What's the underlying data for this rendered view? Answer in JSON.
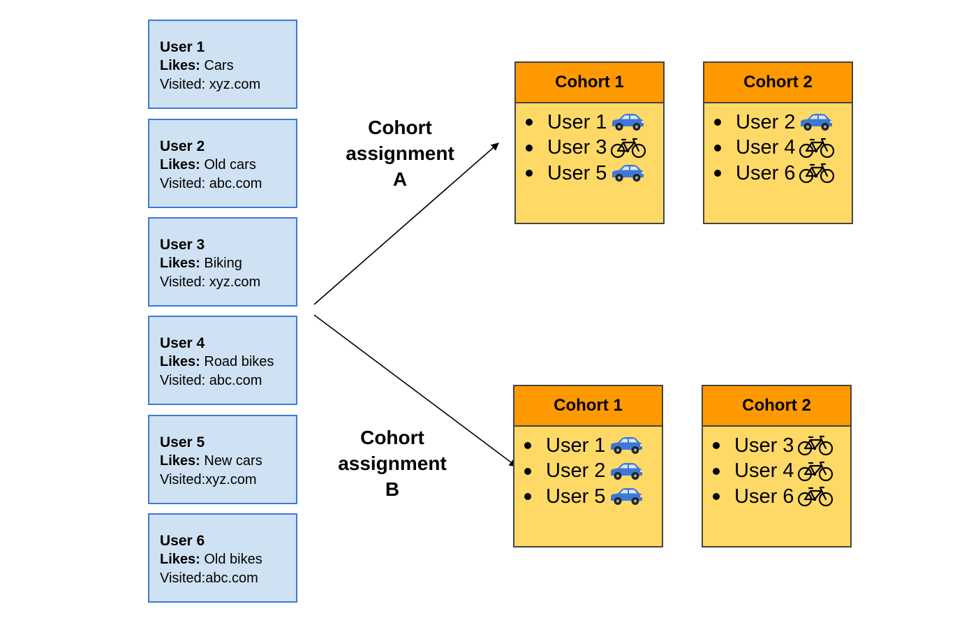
{
  "users": [
    {
      "name": "User 1",
      "likes_label": "Likes:",
      "likes": " Cars",
      "visited": "Visited: xyz.com"
    },
    {
      "name": "User 2",
      "likes_label": "Likes:",
      "likes": " Old cars",
      "visited": "Visited: abc.com"
    },
    {
      "name": "User 3",
      "likes_label": "Likes:",
      "likes": " Biking",
      "visited": "Visited: xyz.com"
    },
    {
      "name": "User 4",
      "likes_label": "Likes:",
      "likes": " Road bikes",
      "visited": "Visited: abc.com"
    },
    {
      "name": "User 5",
      "likes_label": "Likes:",
      "likes": " New cars",
      "visited": "Visited:xyz.com"
    },
    {
      "name": "User 6",
      "likes_label": "Likes:",
      "likes": " Old bikes",
      "visited": "Visited:abc.com"
    }
  ],
  "assignment_a": {
    "label_line1": "Cohort",
    "label_line2": "assignment",
    "label_line3": "A",
    "cohorts": [
      {
        "title": "Cohort 1",
        "members": [
          {
            "name": "User 1",
            "icon": "car-icon"
          },
          {
            "name": "User 3",
            "icon": "bike-icon"
          },
          {
            "name": "User 5",
            "icon": "car-icon"
          }
        ]
      },
      {
        "title": "Cohort 2",
        "members": [
          {
            "name": "User 2",
            "icon": "car-icon"
          },
          {
            "name": "User 4",
            "icon": "bike-icon"
          },
          {
            "name": "User 6",
            "icon": "bike-icon"
          }
        ]
      }
    ]
  },
  "assignment_b": {
    "label_line1": "Cohort",
    "label_line2": "assignment",
    "label_line3": "B",
    "cohorts": [
      {
        "title": "Cohort 1",
        "members": [
          {
            "name": "User 1",
            "icon": "car-icon"
          },
          {
            "name": "User 2",
            "icon": "car-icon"
          },
          {
            "name": "User 5",
            "icon": "car-icon"
          }
        ]
      },
      {
        "title": "Cohort 2",
        "members": [
          {
            "name": "User 3",
            "icon": "bike-icon"
          },
          {
            "name": "User 4",
            "icon": "bike-icon"
          },
          {
            "name": "User 6",
            "icon": "bike-icon"
          }
        ]
      }
    ]
  },
  "colors": {
    "user_fill": "#cfe2f3",
    "user_border": "#3c78d8",
    "cohort_header": "#ff9900",
    "cohort_body": "#ffd966",
    "car": "#3c78d8",
    "bike": "#000000"
  }
}
